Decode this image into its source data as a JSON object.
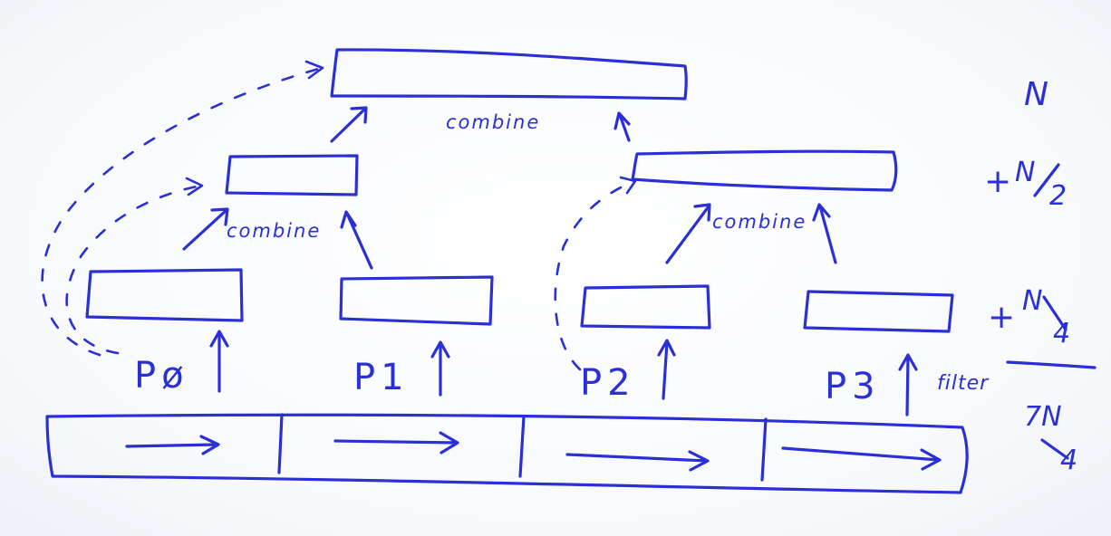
{
  "diagram": {
    "ink_color": "#2a2fd6",
    "combine_labels": [
      "combine",
      "combine",
      "combine"
    ],
    "processors": [
      "Pø",
      "P1",
      "P2",
      "P3"
    ],
    "filter_label": "filter",
    "costs": {
      "top": "N",
      "level2_plus": "+",
      "level2_num": "N",
      "level2_den": "2",
      "level1_plus": "+",
      "level1_num": "N",
      "level1_den": "4",
      "bottom_num": "7N",
      "bottom_den": "4"
    }
  }
}
